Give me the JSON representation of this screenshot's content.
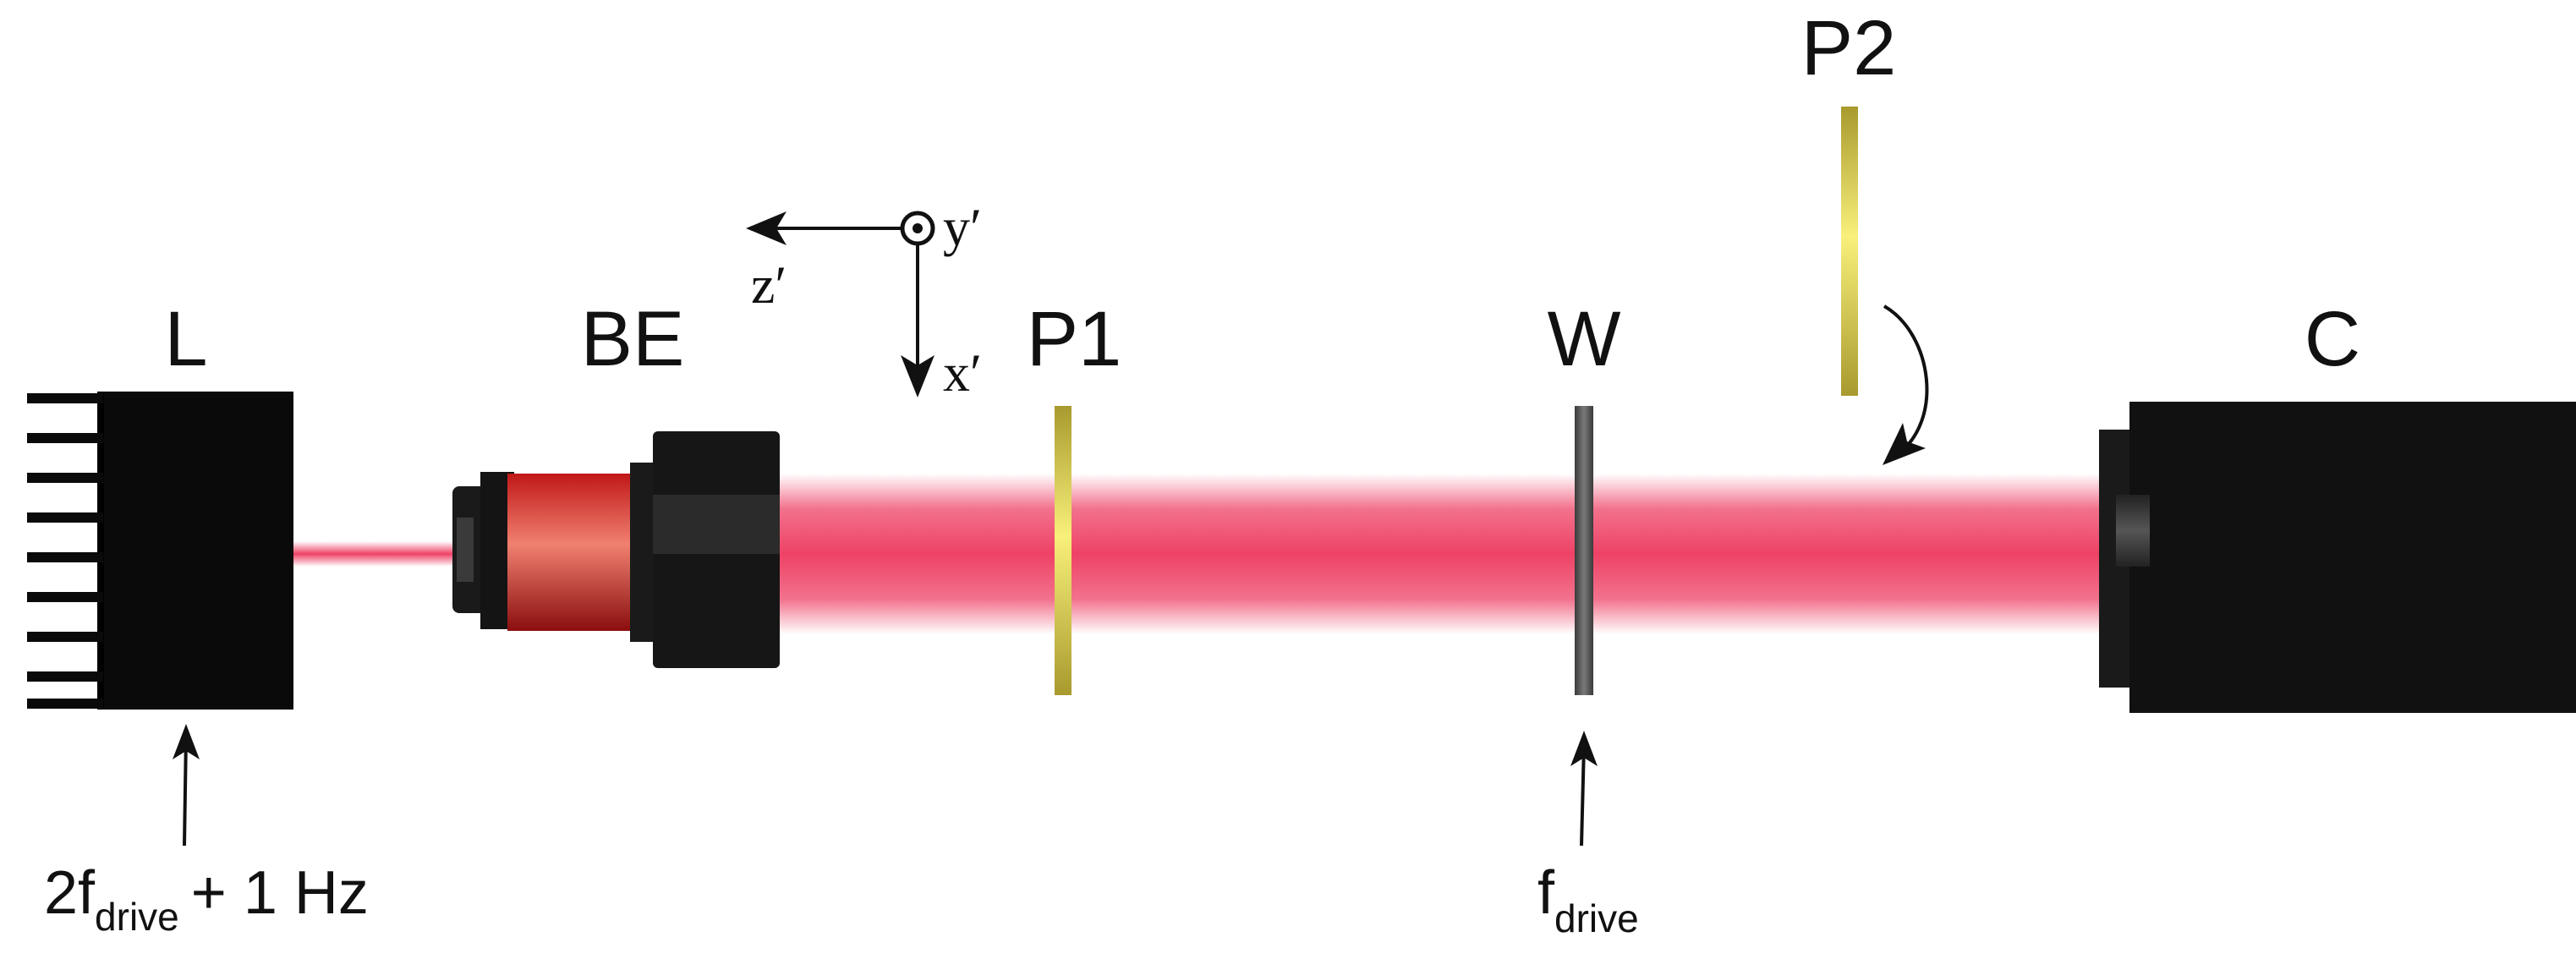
{
  "labels": {
    "laser": "L",
    "beam_expander": "BE",
    "polarizer1": "P1",
    "waveplate": "W",
    "polarizer2": "P2",
    "camera": "C"
  },
  "axes": {
    "z": "z′",
    "x": "x′",
    "y": "y′"
  },
  "annotations": {
    "laser_freq_main": "2f",
    "laser_freq_sub": "drive",
    "laser_freq_tail": "+ 1 Hz",
    "wave_freq_main": "f",
    "wave_freq_sub": "drive"
  },
  "colors": {
    "beam": "#ee4266",
    "housing": "#111111",
    "polarizer": "#d8c84a",
    "waveplate": "#555555",
    "be_red": "#d41e1e"
  }
}
